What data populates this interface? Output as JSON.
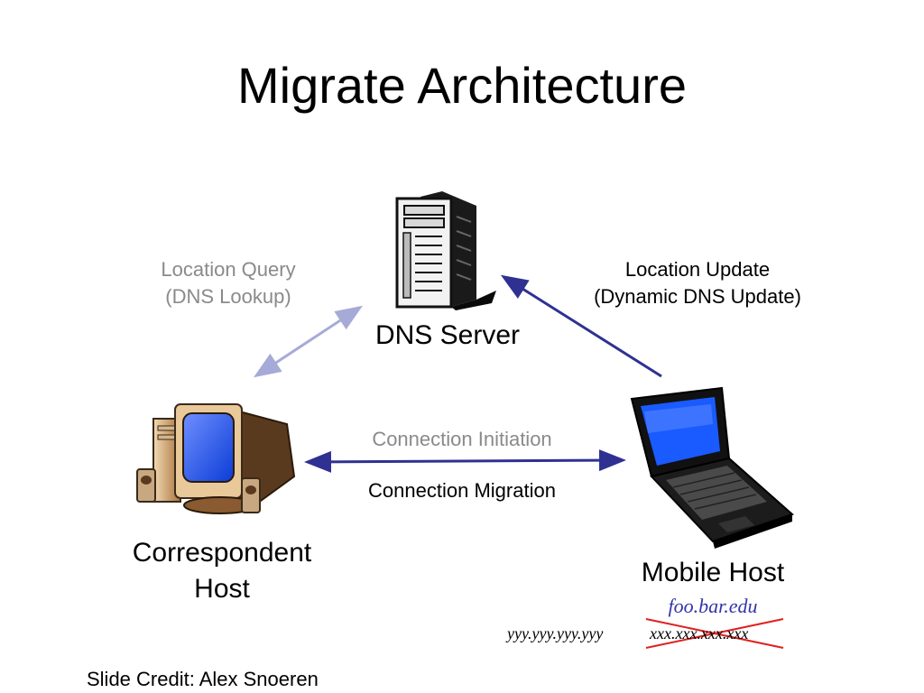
{
  "slide": {
    "title": "Migrate Architecture",
    "credit": "Slide Credit:  Alex Snoeren"
  },
  "nodes": {
    "dns_server": {
      "label": "DNS Server",
      "icon": "server-tower-icon"
    },
    "correspondent_host": {
      "label_line1": "Correspondent",
      "label_line2": "Host",
      "icon": "desktop-computer-icon"
    },
    "mobile_host": {
      "label": "Mobile Host",
      "hostname": "foo.bar.edu",
      "new_ip": "yyy.yyy.yyy.yyy",
      "old_ip": "xxx.xxx.xxx.xxx",
      "icon": "laptop-icon"
    }
  },
  "edges": {
    "location_query": {
      "line1": "Location Query",
      "line2": "(DNS Lookup)",
      "color": "#a6aad6"
    },
    "location_update": {
      "line1": "Location Update",
      "line2": "(Dynamic DNS Update)",
      "color": "#2e3192"
    },
    "connection_initiation": {
      "label": "Connection Initiation",
      "color": "#8a8a8a"
    },
    "connection_migration": {
      "label": "Connection Migration",
      "color": "#2e3192"
    }
  },
  "colors": {
    "strike": "#e02020",
    "hostname": "#3333aa"
  }
}
